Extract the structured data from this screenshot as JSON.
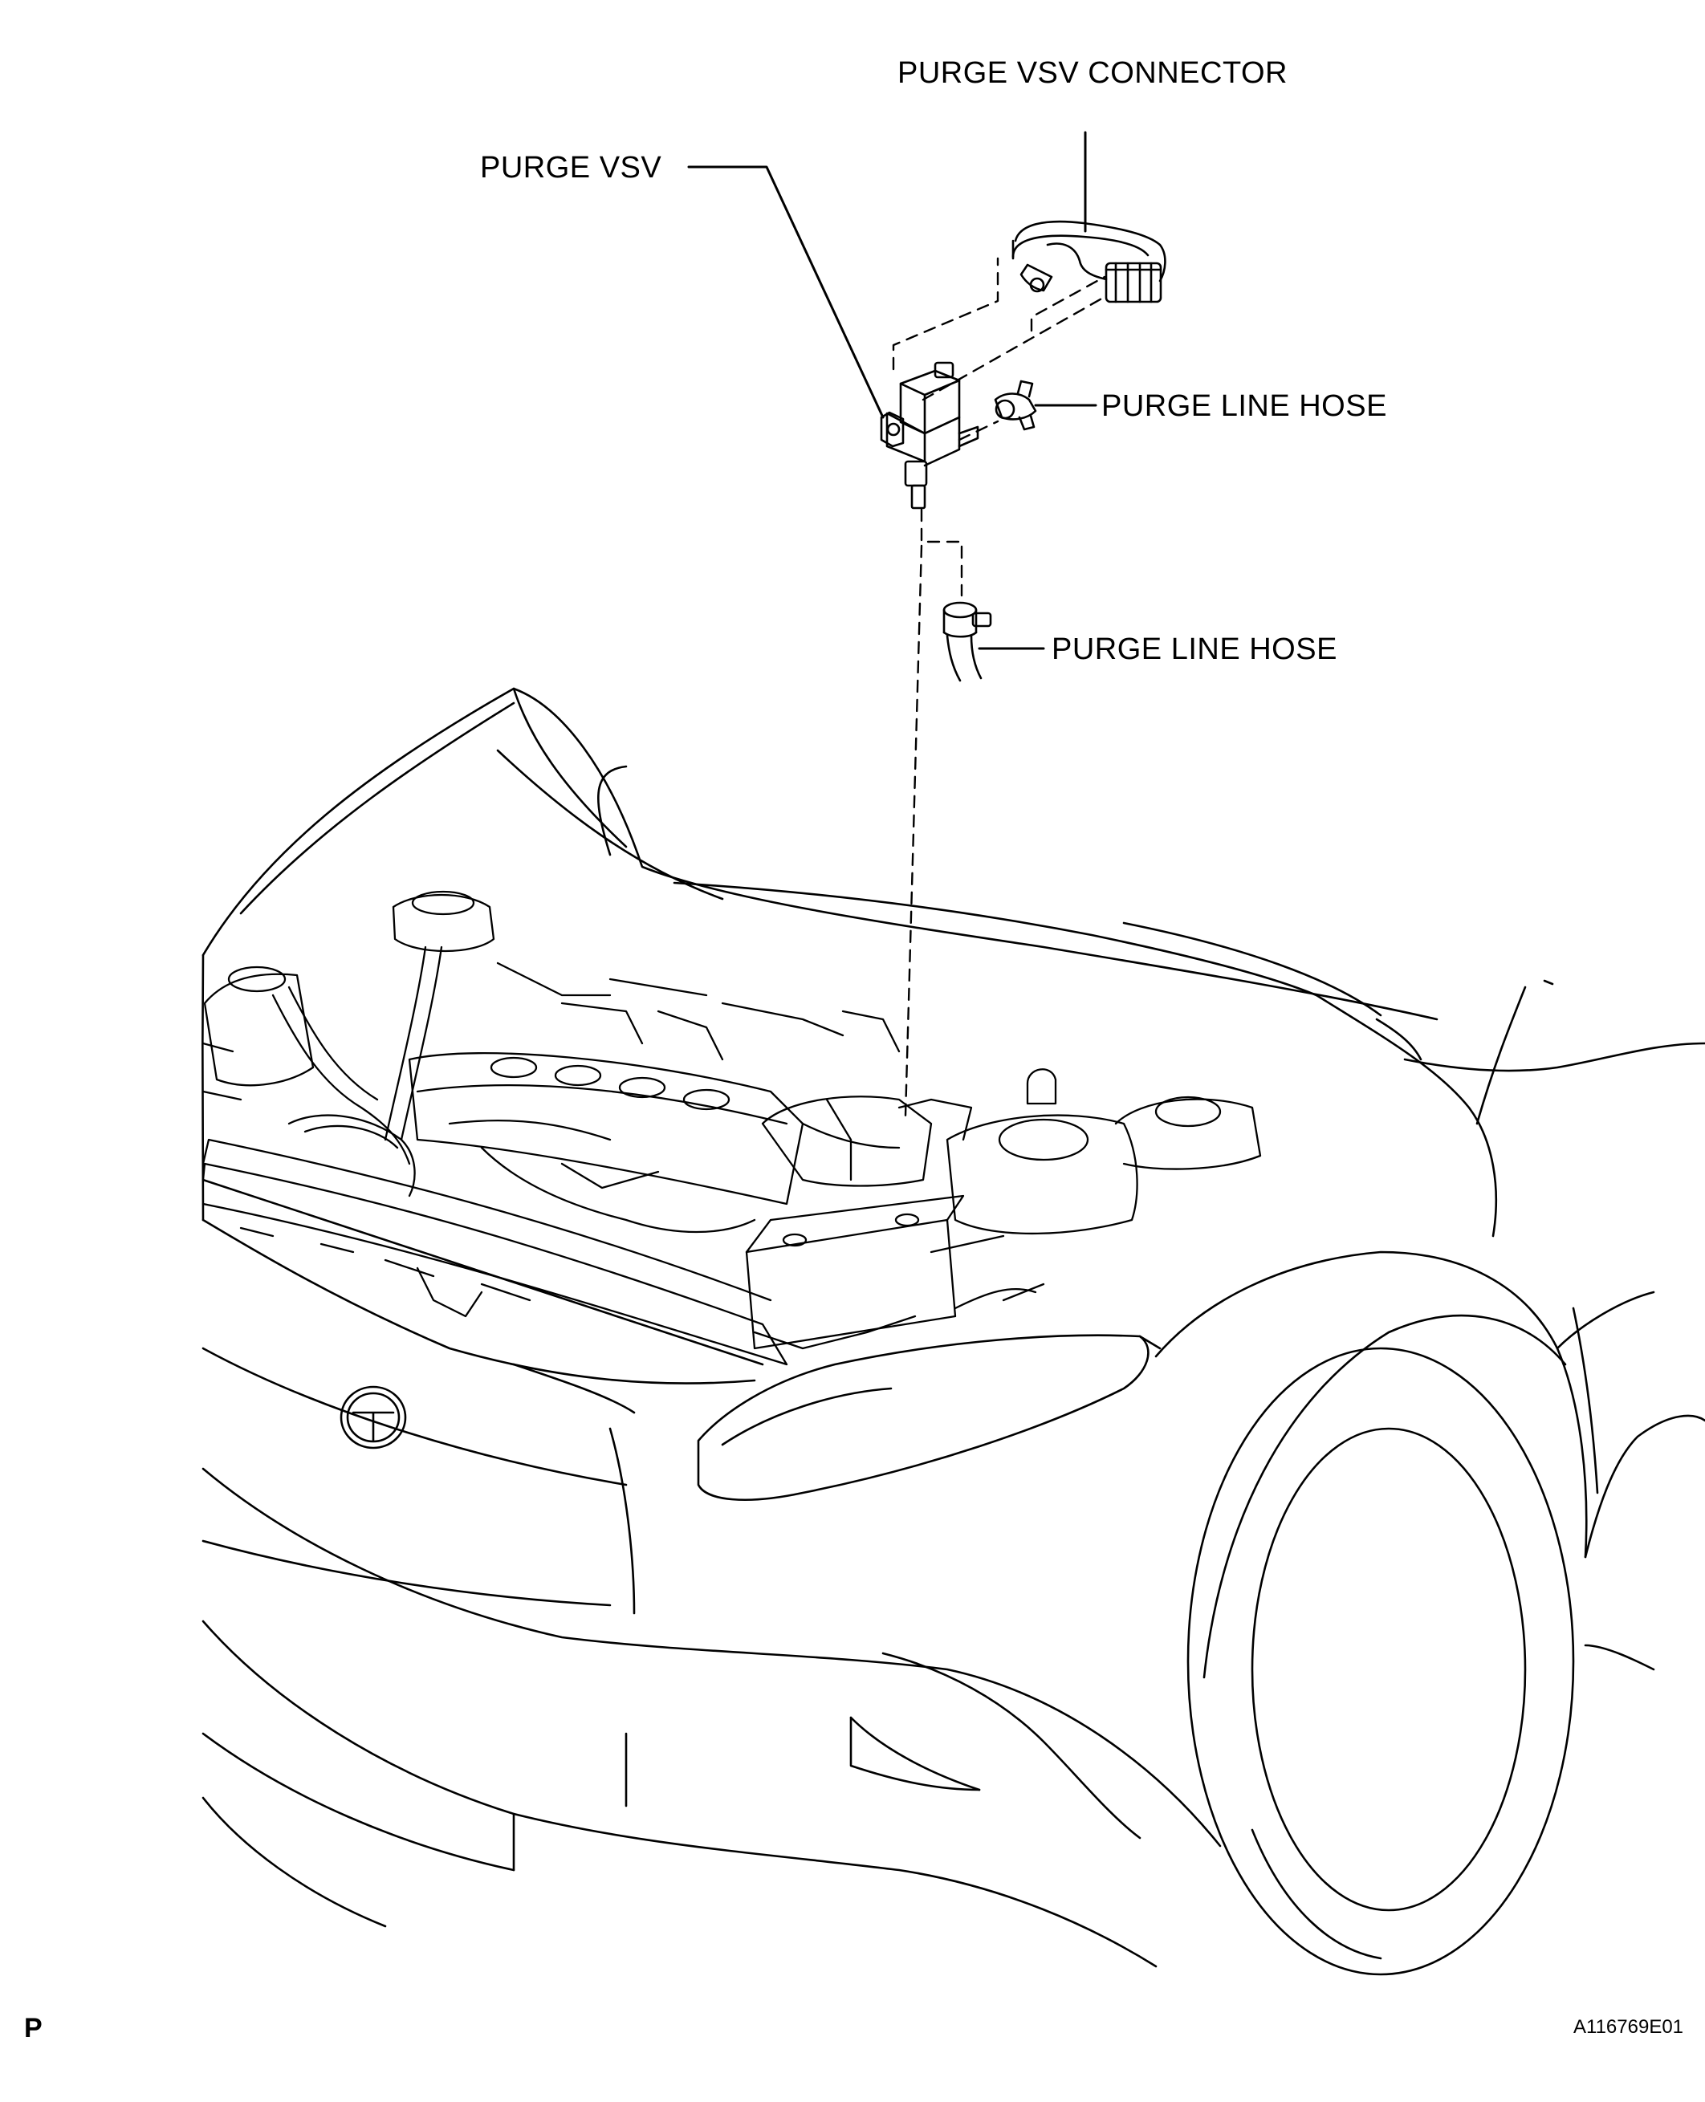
{
  "labels": {
    "purge_vsv_connector": "PURGE VSV CONNECTOR",
    "purge_vsv": "PURGE VSV",
    "purge_line_hose_upper": "PURGE LINE HOSE",
    "purge_line_hose_lower": "PURGE LINE HOSE"
  },
  "footer": {
    "corner_letter": "P",
    "figure_code": "A116769E01"
  },
  "colors": {
    "line": "#000000",
    "background": "#ffffff"
  }
}
